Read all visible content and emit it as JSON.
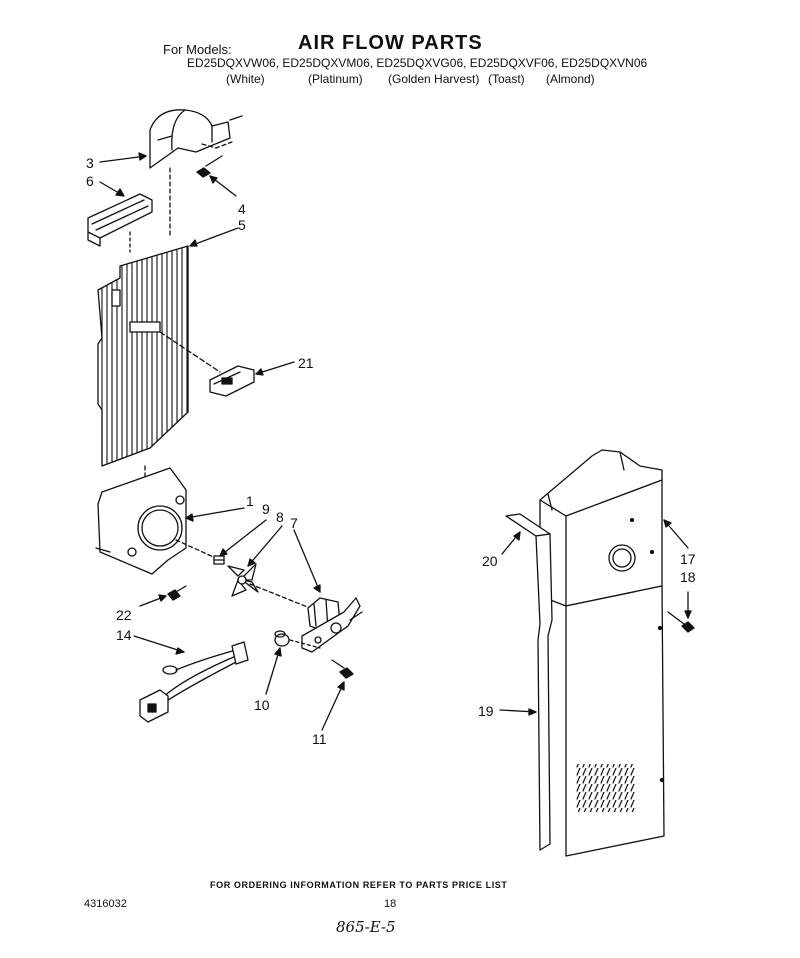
{
  "header": {
    "for_models_label": "For Models:",
    "title": "AIR FLOW PARTS",
    "model_numbers": "ED25DQXVW06, ED25DQXVM06, ED25DQXVG06, ED25DQXVF06, ED25DQXVN06",
    "colors": [
      "(White)",
      "(Platinum)",
      "(Golden Harvest)",
      "(Toast)",
      "(Almond)"
    ]
  },
  "callouts": [
    "1",
    "3",
    "4",
    "5",
    "6",
    "7",
    "8",
    "9",
    "10",
    "11",
    "14",
    "17",
    "18",
    "19",
    "20",
    "21",
    "22"
  ],
  "footer": {
    "ordering_note": "FOR ORDERING INFORMATION REFER TO PARTS PRICE LIST",
    "document_number": "4316032",
    "page_number": "18",
    "handwritten_note": "865-E-5"
  }
}
